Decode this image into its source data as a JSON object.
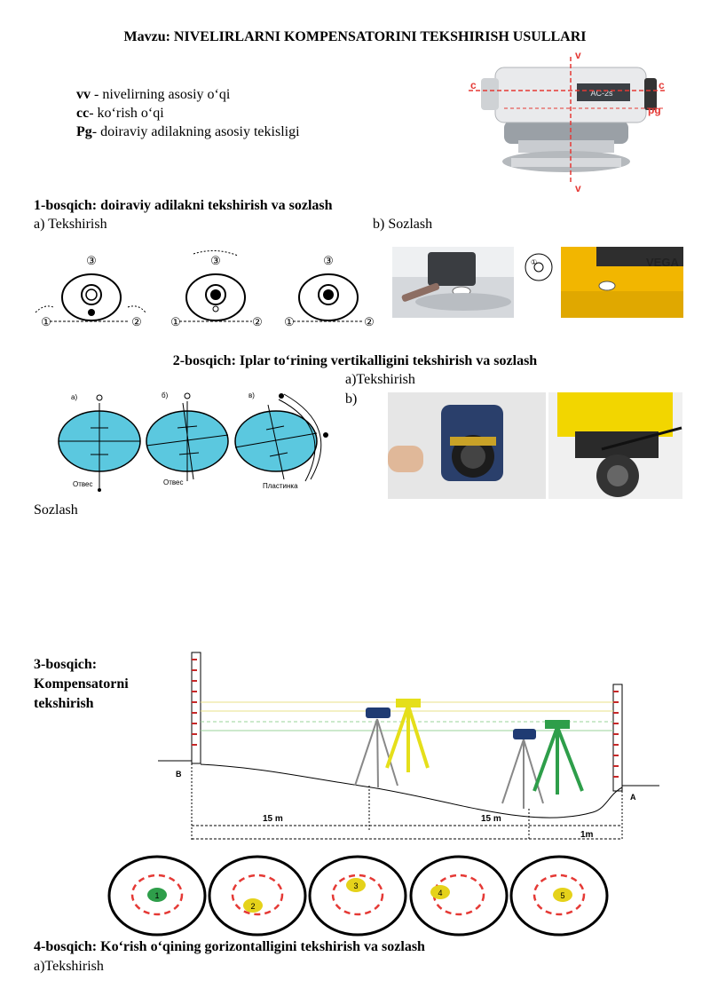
{
  "title": "Mavzu: NIVELIRLARNI KOMPENSATORINI TEKSHIRISH USULLARI",
  "definitions": [
    {
      "key": "vv",
      "text": " - nivelirning asosiy o‘qi"
    },
    {
      "key": "cc",
      "text": "- ko‘rish o‘qi"
    },
    {
      "key": "Pg",
      "text": "- doiraviy adilakning asosiy tekisligi"
    }
  ],
  "photo_labels": {
    "v_top": "v",
    "v_bottom": "v",
    "c_left": "c",
    "c_right": "c",
    "pg": "pg",
    "brand": "AC-2s"
  },
  "step1": {
    "heading": "1-bosqich: doiraviy adilakni tekshirish va sozlash",
    "check": "a) Tekshirish",
    "adjust": "b) Sozlash"
  },
  "step1_diagram": {
    "n1": "①",
    "n2": "②",
    "n3": "③",
    "brand": "VEGA"
  },
  "step2": {
    "heading": "2-bosqich: Iplar to‘rining vertikalligini tekshirish va sozlash",
    "check": "a)Tekshirish",
    "b": "b)",
    "adjust": "Sozlash"
  },
  "step2_diagram": {
    "a": "а)",
    "b": "б)",
    "c": "в)",
    "otves1": "Отвес",
    "otves2": "Отвес",
    "plastinka": "Пластинка"
  },
  "step3": {
    "heading_line1": "3-bosqich:",
    "heading_line2": "Kompensatorni",
    "heading_line3": "tekshirish"
  },
  "step3_diagram": {
    "B": "B",
    "A": "A",
    "d1": "15 m",
    "d2": "15 m",
    "d3": "1m"
  },
  "circles": [
    "1",
    "2",
    "3",
    "4",
    "5"
  ],
  "step4": {
    "heading": "4-bosqich: Ko‘rish o‘qining gorizontalligini tekshirish va sozlash",
    "check": "a)Tekshirish"
  }
}
